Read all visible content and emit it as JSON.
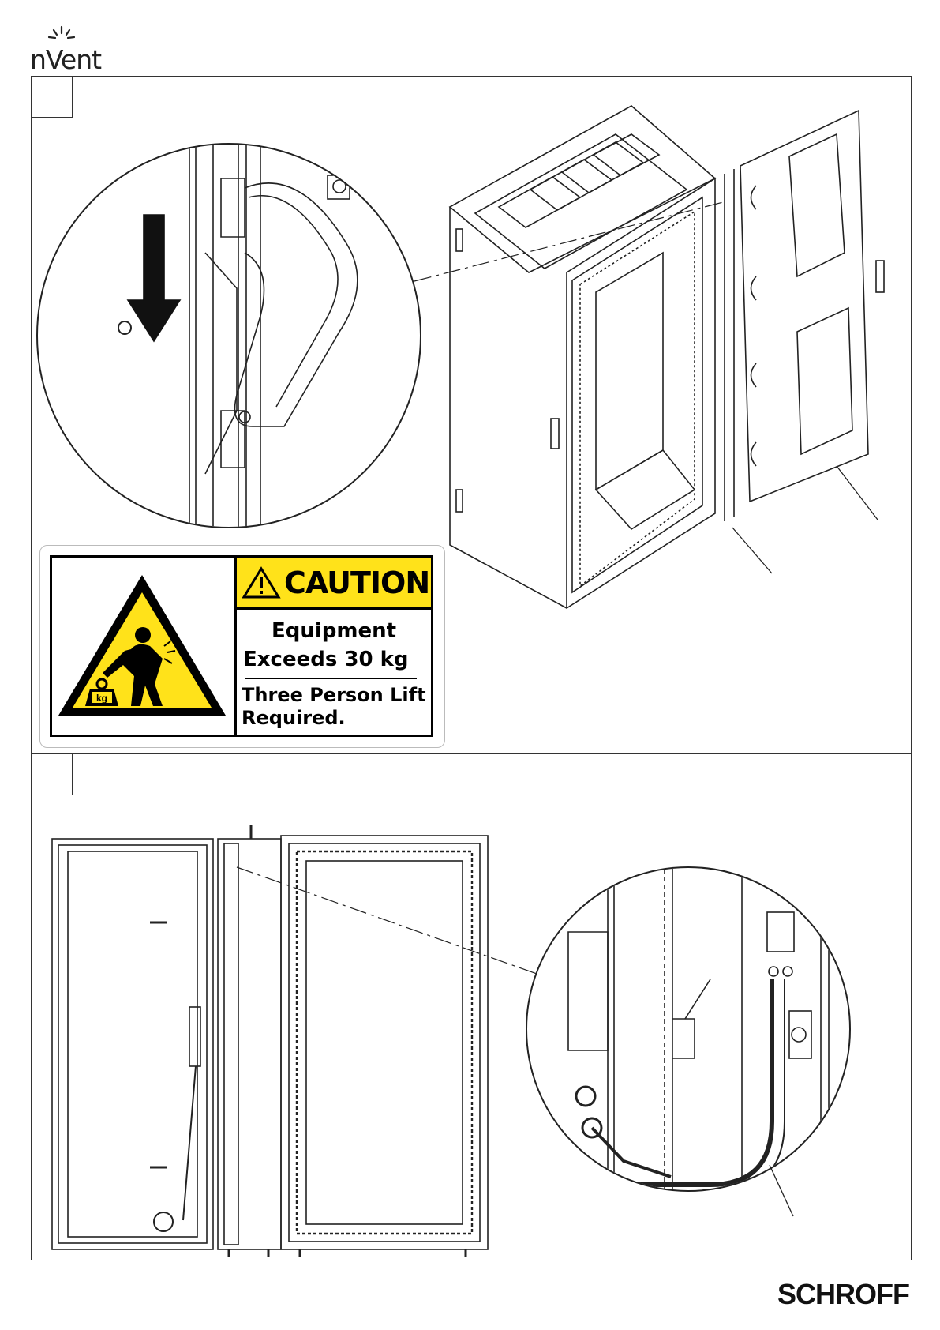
{
  "header": {
    "logo_text": "nVent"
  },
  "steps": [
    {
      "number": ""
    },
    {
      "number": ""
    }
  ],
  "caution_label": {
    "signal_word": "CAUTION",
    "line1": "Equipment",
    "line2": "Exceeds 30 kg",
    "line3": "Three Person Lift",
    "line4": "Required.",
    "icon_weight_text": "kg",
    "colors": {
      "yellow": "#ffe21a",
      "black": "#000000"
    }
  },
  "footer": {
    "brand": "SCHROFF"
  }
}
